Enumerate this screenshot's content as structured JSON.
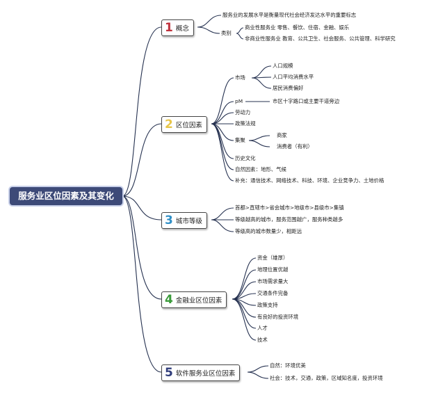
{
  "title": "服务业区位因素及其变化",
  "colors": {
    "wire": "#24304f",
    "root_bg": "#3d4a78",
    "n1": "#c0323c",
    "n2": "#e8c64a",
    "n3": "#2f8fc6",
    "n4": "#3a9a3a",
    "n5": "#2f3c7a"
  },
  "topics": [
    {
      "num": "1",
      "label": "概念"
    },
    {
      "num": "2",
      "label": "区位因素"
    },
    {
      "num": "3",
      "label": "城市等级"
    },
    {
      "num": "4",
      "label": "金融业区位因素"
    },
    {
      "num": "5",
      "label": "软件服务业区位因素"
    }
  ],
  "t1": {
    "def": "服务业的发展水平是衡量现代社会经济发达水平的重要标志",
    "cat": "类别",
    "cat1": "商业性服务业 零售、餐饮、住宿、金融、娱乐",
    "cat2": "非商业性服务业 教育、公共卫生、社会服务、公共管理、科学研究"
  },
  "t2": {
    "market": "市场",
    "m1": "人口规模",
    "m2": "人口平均消费水平",
    "m3": "居民消费偏好",
    "pm": "pM",
    "pm1": "市区十字路口或主要干道旁边",
    "labor": "劳动力",
    "policy": "政策法规",
    "cluster": "集聚",
    "c1": "商家",
    "c2": "消费者（有利）",
    "history": "历史文化",
    "nature": "自然因素：地形、气候",
    "extra": "补充：通信技术、网络技术、科技、环境、企业竞争力、土地价格"
  },
  "t3": {
    "a": "首都>直辖市>省会城市>地级市>县级市>集镇",
    "b": "等级越高的城市，服务范围越广，服务种类越多",
    "c": "等级高的城市数量少，相距远"
  },
  "t4": {
    "items": [
      "资金（雄厚）",
      "地理位置优越",
      "市场需求量大",
      "交通条件完备",
      "政策支持",
      "有良好的投资环境",
      "人才",
      "技术"
    ]
  },
  "t5": {
    "a": "自然：环境优美",
    "b": "社会：技术，交通，政策，区域知名度，投资环境"
  }
}
